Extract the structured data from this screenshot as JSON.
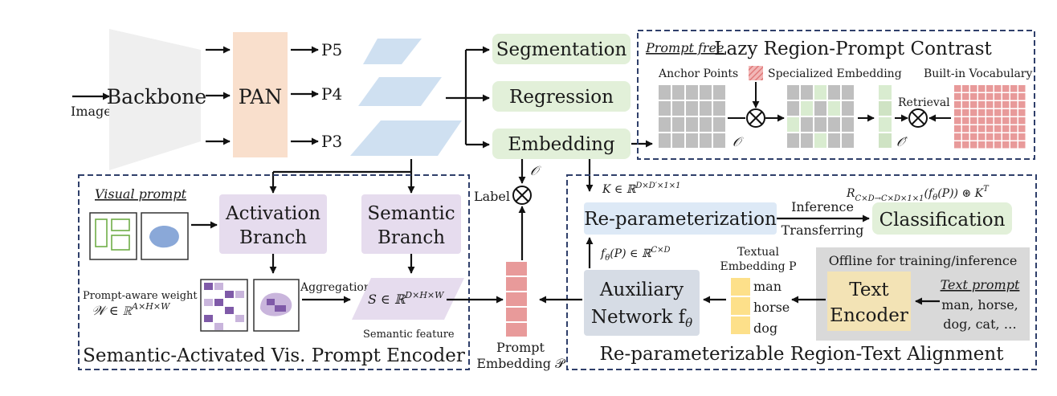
{
  "backbone": {
    "input_label": "Image",
    "backbone_label": "Backbone",
    "pan_label": "PAN",
    "p5": "P5",
    "p4": "P4",
    "p3": "P3"
  },
  "heads": {
    "segmentation": "Segmentation",
    "regression": "Regression",
    "embedding": "Embedding",
    "o_symbol": "𝒪",
    "label": "Label"
  },
  "lazy_panel": {
    "title": "Lazy Region-Prompt Contrast",
    "prompt_free": "Prompt free",
    "anchor_points": "Anchor Points",
    "specialized_embedding": "Specialized Embedding",
    "builtin_vocabulary": "Built-in Vocabulary",
    "retrieval": "Retrieval",
    "o_symbol": "𝒪",
    "o_prime_symbol": "𝒪′"
  },
  "visual_panel": {
    "title": "Semantic-Activated Vis. Prompt Encoder",
    "visual_prompt": "Visual prompt",
    "activation_line1": "Activation",
    "activation_line2": "Branch",
    "semantic_line1": "Semantic",
    "semantic_line2": "Branch",
    "prompt_aware_weight": "Prompt-aware weight",
    "w_formula": "𝒲 ∈ ℝ",
    "w_sup": "A×H×W",
    "aggregation": "Aggregation",
    "s_formula": "S ∈ ℝ",
    "s_sup": "D×H×W",
    "semantic_feature": "Semantic feature"
  },
  "prompt_embedding": {
    "line1": "Prompt",
    "line2": "Embedding 𝒫"
  },
  "reparam_panel": {
    "title": "Re-parameterizable Region-Text Alignment",
    "k_formula": "K ∈ ℝ",
    "k_sup": "D×D′×1×1",
    "r_formula": "R",
    "r_sub": "C×D→C×D×1×1",
    "r_rest": "(f",
    "r_theta": "θ",
    "r_end": "(P)) ⊛ K",
    "r_sup": "T",
    "reparameterization": "Re-parameterization",
    "inference": "Inference",
    "transferring": "Transferring",
    "classification": "Classification",
    "f_formula": "f",
    "f_theta": "θ",
    "f_rest": "(P) ∈ ℝ",
    "f_sup": "C×D",
    "auxiliary_line1": "Auxiliary",
    "auxiliary_line2": "Network f",
    "auxiliary_theta": "θ",
    "textual_line1": "Textual",
    "textual_line2": "Embedding P",
    "text_words": [
      "man",
      "horse",
      "dog"
    ],
    "offline_label": "Offline for training/inference",
    "text_encoder_line1": "Text",
    "text_encoder_line2": "Encoder",
    "text_prompt": "Text prompt",
    "text_prompt_line1": "man, horse,",
    "text_prompt_line2": "dog, cat, …"
  },
  "colors": {
    "backbone_fill": "#efefef",
    "pan_fill": "#f9dfcc",
    "feature_map": "#cfe0f1",
    "head_fill": "#e2f0d9",
    "branch_fill": "#e6dcee",
    "semantic_feature_fill": "#e6dcee",
    "reparam_fill": "#dde9f6",
    "classification_fill": "#e2f0d9",
    "auxiliary_fill": "#d6dce5",
    "text_encoder_fill": "#f3e3b5",
    "offline_fill": "#d9d9d9",
    "prompt_embed": "#e89a9a",
    "textual_embed": "#fde08a",
    "grid_gray": "#bfbfbf",
    "grid_green": "#d9ecd0",
    "vocab_red": "#e89a9a",
    "purple_dark": "#7f5aa8",
    "purple_light": "#c9b5dc",
    "visual_box_green": "#70ad47",
    "visual_blob": "#8aa8d8",
    "dashed_border": "#2f3f6a"
  }
}
